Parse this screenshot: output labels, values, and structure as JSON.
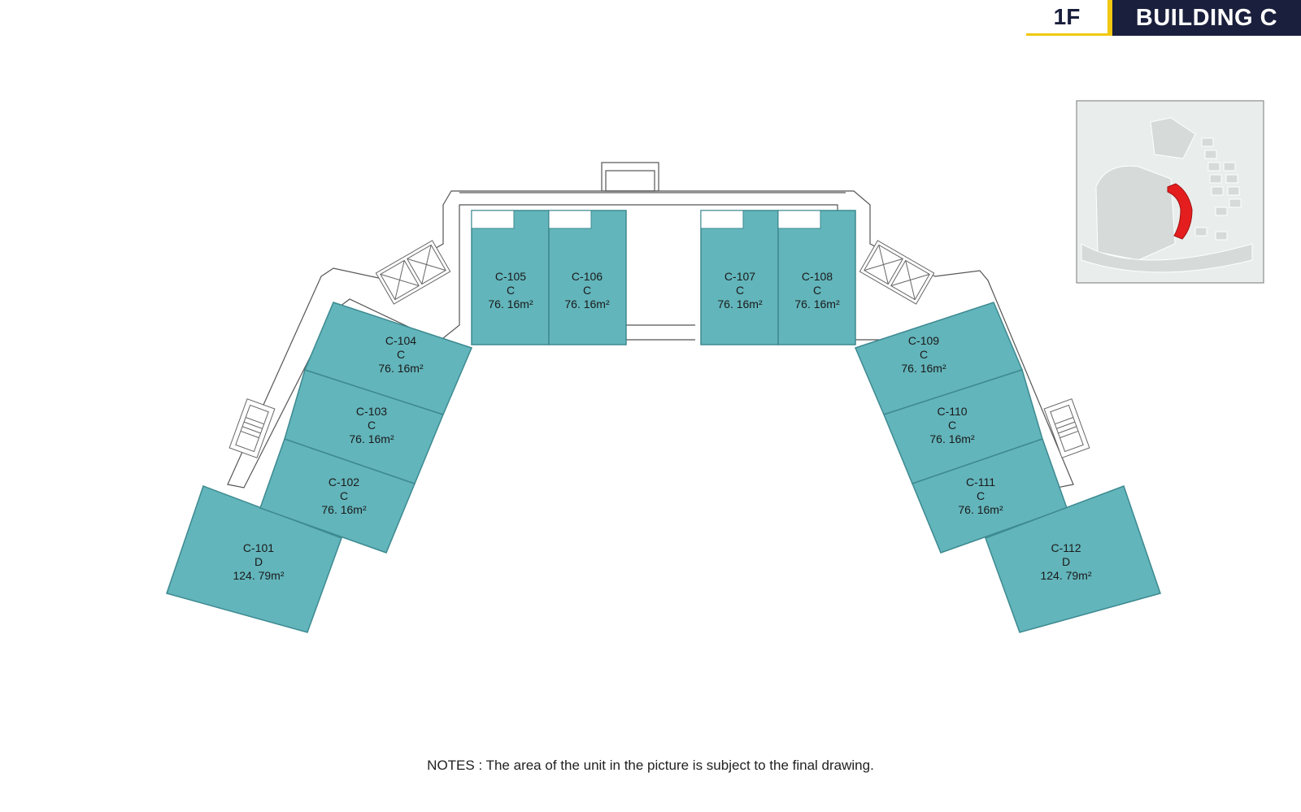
{
  "header": {
    "floor": "1F",
    "building": "BUILDING C"
  },
  "colors": {
    "unit_fill": "#62b5bb",
    "unit_stroke": "#3d8a90",
    "highlight": "#e41e1e",
    "header_bg": "#1a1f3d",
    "header_accent": "#f2c811"
  },
  "units": [
    {
      "id": "C-101",
      "type": "D",
      "area": "124. 79m²"
    },
    {
      "id": "C-102",
      "type": "C",
      "area": "76. 16m²"
    },
    {
      "id": "C-103",
      "type": "C",
      "area": "76. 16m²"
    },
    {
      "id": "C-104",
      "type": "C",
      "area": "76. 16m²"
    },
    {
      "id": "C-105",
      "type": "C",
      "area": "76. 16m²"
    },
    {
      "id": "C-106",
      "type": "C",
      "area": "76. 16m²"
    },
    {
      "id": "C-107",
      "type": "C",
      "area": "76. 16m²"
    },
    {
      "id": "C-108",
      "type": "C",
      "area": "76. 16m²"
    },
    {
      "id": "C-109",
      "type": "C",
      "area": "76. 16m²"
    },
    {
      "id": "C-110",
      "type": "C",
      "area": "76. 16m²"
    },
    {
      "id": "C-111",
      "type": "C",
      "area": "76. 16m²"
    },
    {
      "id": "C-112",
      "type": "D",
      "area": "124. 79m²"
    }
  ],
  "notes": "NOTES : The area of the unit in the picture is subject to the final drawing."
}
